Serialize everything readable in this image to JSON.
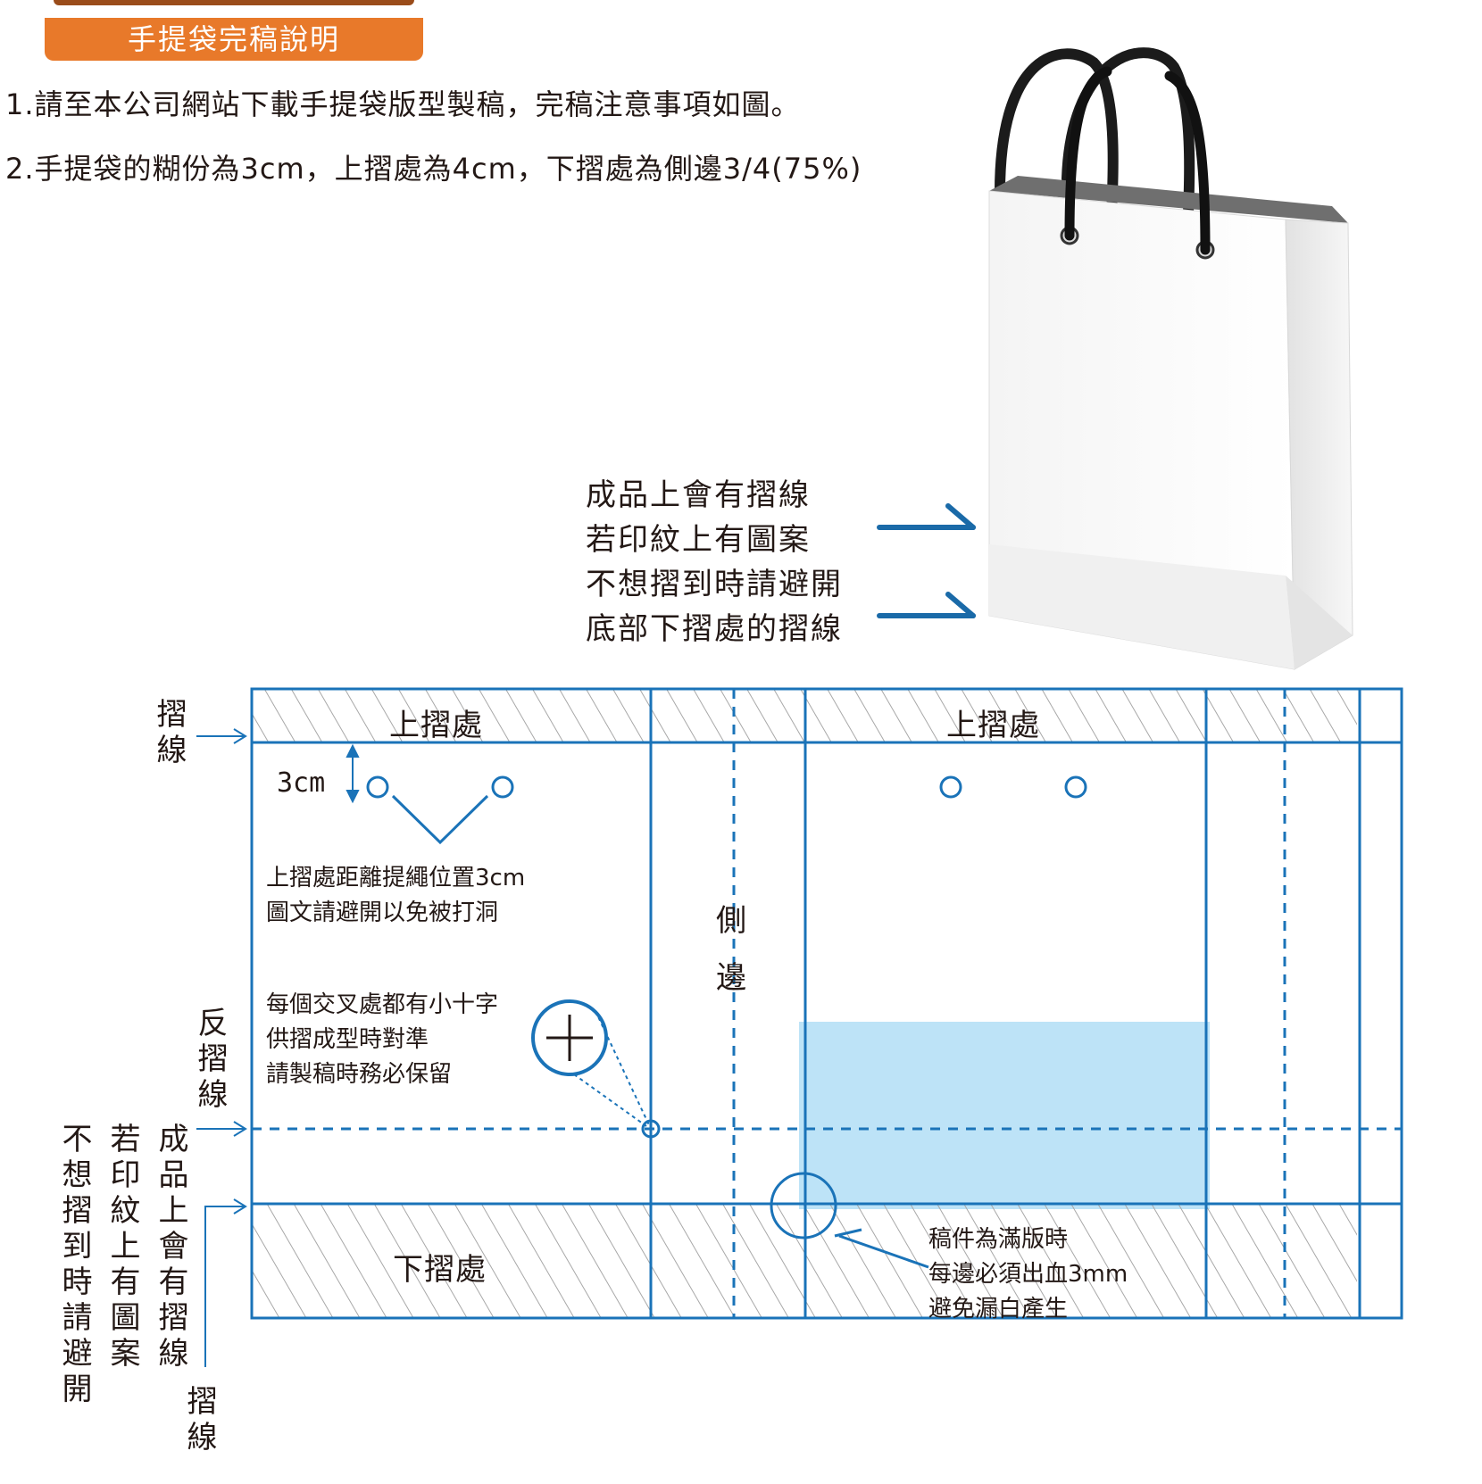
{
  "header": {
    "title": "手提袋完稿說明"
  },
  "notes": [
    "1.請至本公司網站下載手提袋版型製稿，完稿注意事項如圖。",
    "2.手提袋的糊份為3cm，上摺處為4cm，下摺處為側邊3/4(75%)"
  ],
  "bag_callout": [
    "成品上會有摺線",
    "若印紋上有圖案",
    "不想摺到時請避開",
    "底部下摺處的摺線"
  ],
  "diagram": {
    "top_fold_label": "上摺處",
    "bottom_fold_label": "下摺處",
    "side_label": "側\n邊",
    "dim_label": "3cm",
    "hole_note": [
      "上摺處距離提繩位置3cm",
      "圖文請避開以免被打洞"
    ],
    "cross_note": [
      "每個交叉處都有小十字",
      "供摺成型時對準",
      "請製稿時務必保留"
    ],
    "bleed_note": [
      "稿件為滿版時",
      "每邊必須出血3mm",
      "避免漏白產生"
    ]
  },
  "left_labels": {
    "fold_line_top": "摺線",
    "reverse_fold": "反摺線",
    "col1": "成品上會有摺線",
    "col2": "若印紋上有圖案",
    "col3": "不想摺到時請避開",
    "fold_line_bottom": "摺線"
  },
  "colors": {
    "orange": "#e8792a",
    "blue": "#1a73b8",
    "light_blue": "#bde3f7",
    "arrow_blue": "#1a6aa8"
  }
}
